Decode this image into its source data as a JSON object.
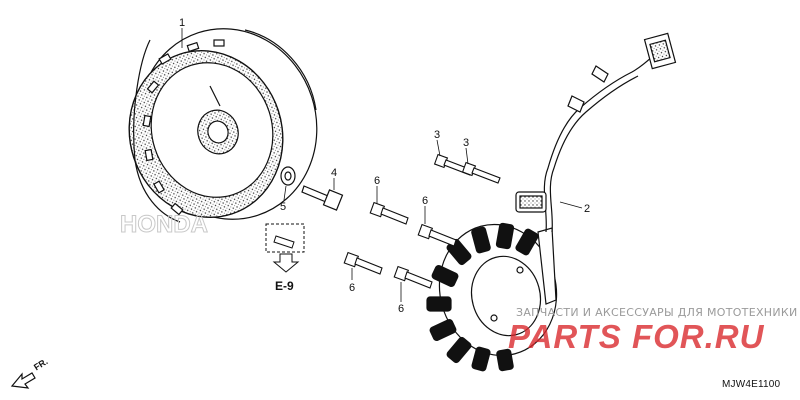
{
  "callouts": {
    "c1": "1",
    "c2": "2",
    "c3a": "3",
    "c3b": "3",
    "c4": "4",
    "c5": "5",
    "c6a": "6",
    "c6b": "6",
    "c6c": "6",
    "c6d": "6"
  },
  "reference": "E-9",
  "direction": "FR.",
  "diagram_code": "MJW4E1100",
  "watermark": {
    "tagline": "ЗАПЧАСТИ И АКСЕССУАРЫ ДЛЯ МОТОТЕХНИКИ",
    "logo": "PARTS FOR.RU"
  },
  "colors": {
    "line": "#111111",
    "watermark_red": "#d9262a",
    "watermark_gray": "#9a9a9a"
  }
}
